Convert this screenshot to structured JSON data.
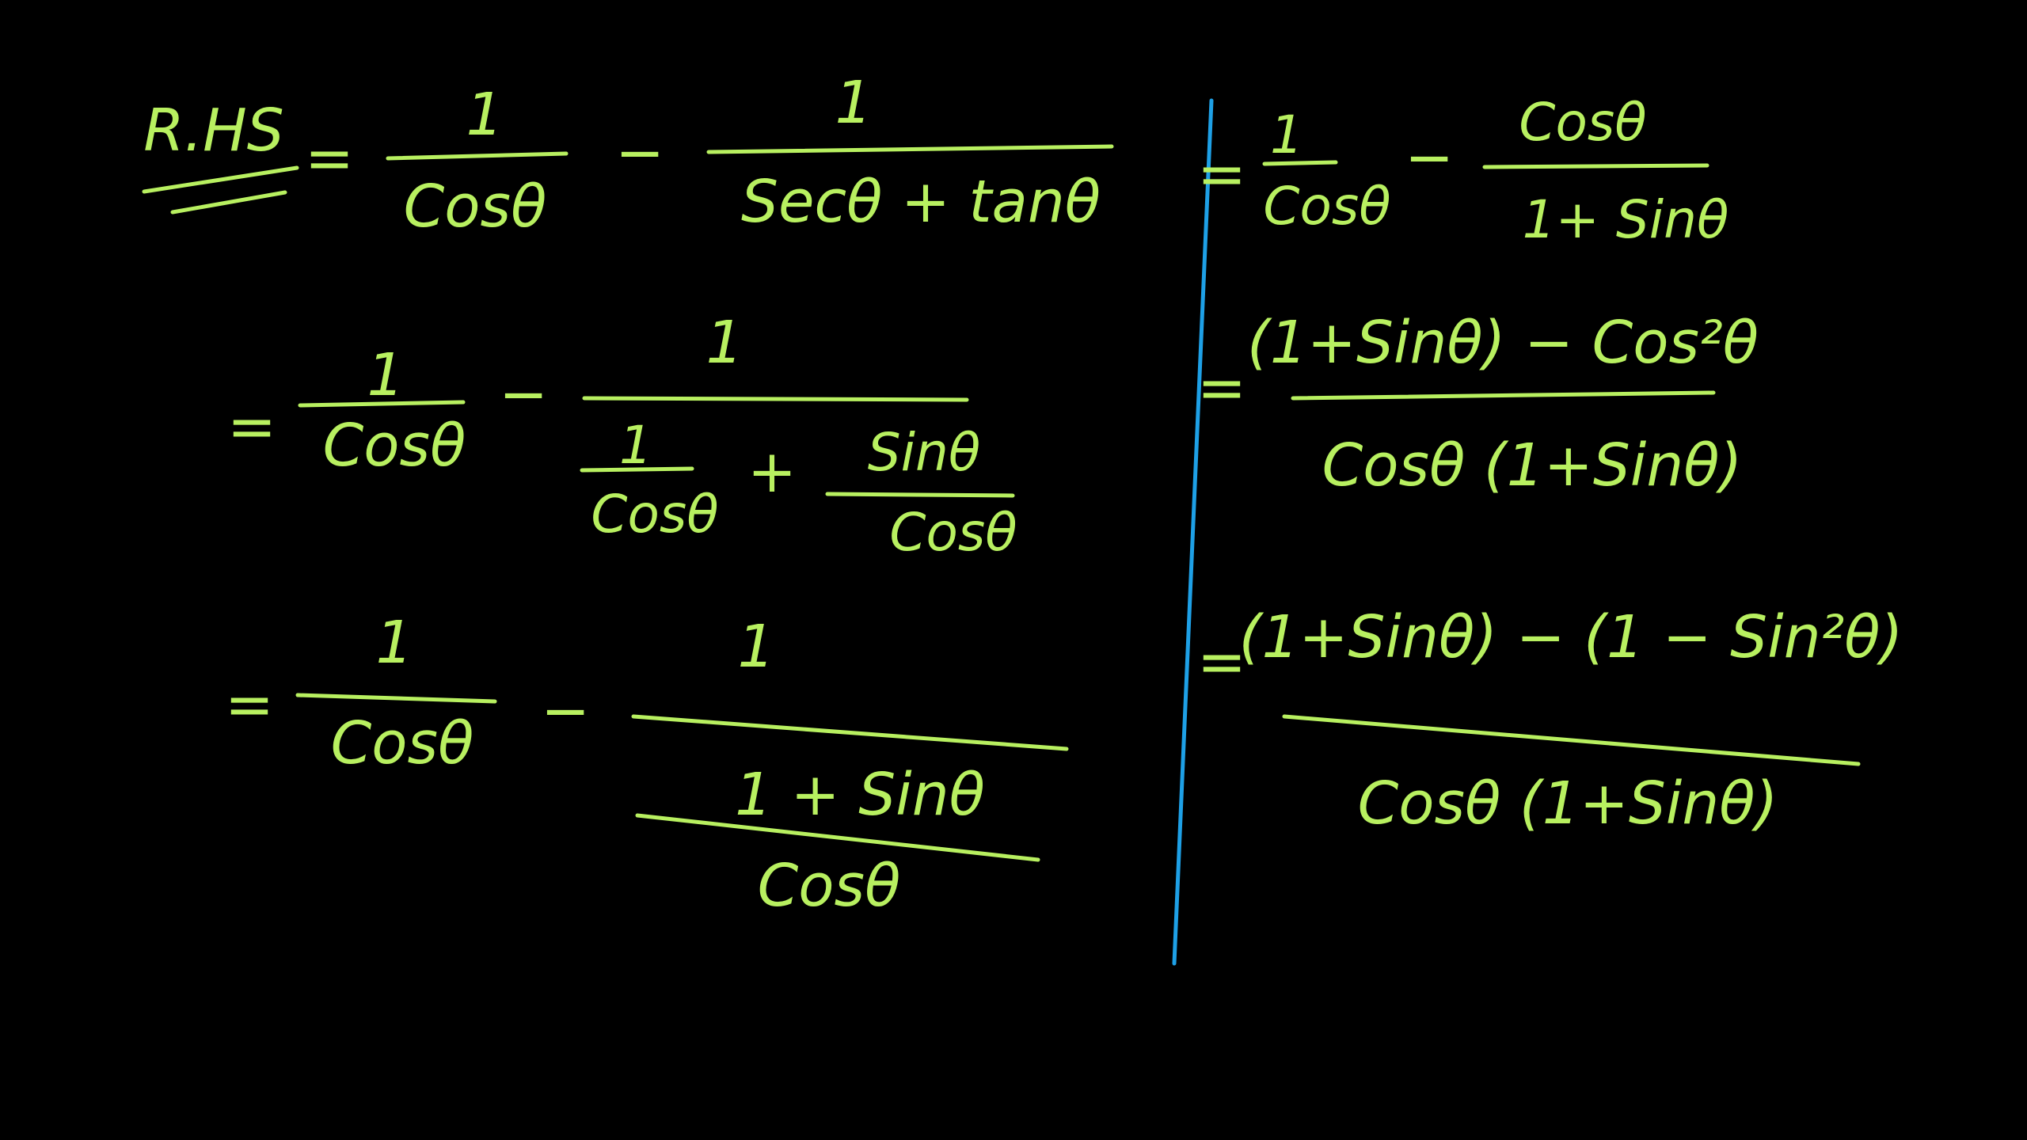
{
  "ink_color": "#b8f060",
  "divider_color": "#1ea0e6",
  "left": {
    "label": "R.HS",
    "line1": {
      "eq": "=",
      "f1_num": "1",
      "f1_den": "Cosθ",
      "minus": "−",
      "f2_num": "1",
      "f2_den": "Secθ + tanθ"
    },
    "line2": {
      "eq": "=",
      "f1_num": "1",
      "f1_den": "Cosθ",
      "minus": "−",
      "f2_num": "1",
      "a_num": "1",
      "a_den": "Cosθ",
      "plus": "+",
      "b_num": "Sinθ",
      "b_den": "Cosθ"
    },
    "line3": {
      "eq": "=",
      "f1_num": "1",
      "f1_den": "Cosθ",
      "minus": "−",
      "f2_num": "1",
      "inner_num": "1 + Sinθ",
      "inner_den": "Cosθ"
    }
  },
  "right": {
    "line1": {
      "eq": "=",
      "f1_num": "1",
      "f1_den": "Cosθ",
      "minus": "−",
      "f2_num": "Cosθ",
      "f2_den": "1+ Sinθ"
    },
    "line2": {
      "eq": "=",
      "num": "(1+Sinθ) − Cos²θ",
      "den": "Cosθ (1+Sinθ)"
    },
    "line3": {
      "eq": "=",
      "num": "(1+Sinθ) − (1 − Sin²θ)",
      "den": "Cosθ (1+Sinθ)"
    }
  }
}
